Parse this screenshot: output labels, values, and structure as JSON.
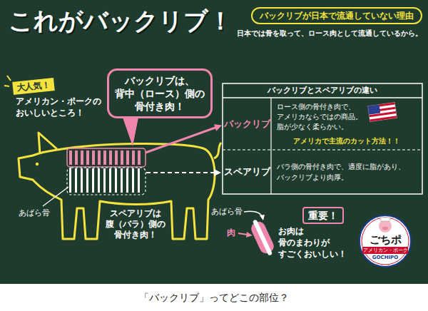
{
  "diagram": {
    "title": "これがバックリブ！",
    "caption": "「バックリブ」ってどこの部位？",
    "nodes": [
      {
        "text": [
          "バックリブが日本で流通していない理由"
        ]
      },
      {
        "text": [
          "大人気！"
        ]
      },
      {
        "text": [
          "バックリブは、 背中（ロース）側の 骨付き肉！"
        ]
      },
      {
        "text": [
          "バックリブとスペアリブの違い"
        ]
      },
      {
        "text": [
          "バックリブ"
        ],
        "in": 3
      },
      {
        "text": [
          "ロース側の骨付き肉で、 アメリカならではの商品。 脂が少なく柔らかい。",
          "アメリカで主流のカット方法！！"
        ],
        "in": 3
      },
      {
        "text": [
          "スペアリブ"
        ],
        "in": 3
      },
      {
        "text": [
          "バラ側の骨付き肉で、適度に脂があり、 バックリブより肉厚。"
        ],
        "in": 3
      },
      {
        "text": [
          "重要！"
        ]
      },
      {
        "text": [
          "ごちポ",
          "アメリカン・ポーク",
          "GOCHIPO"
        ]
      }
    ],
    "labels": [
      "日本では骨を取って、ロース肉として流通しているから。",
      "アメリカン・ポークの おいしいところ！",
      "あばら骨",
      "スペアリブは 腹（バラ）側の 骨付き肉！",
      "あばら骨",
      "肉",
      "お肉は 骨のまわりが すごくおいしい！"
    ]
  }
}
